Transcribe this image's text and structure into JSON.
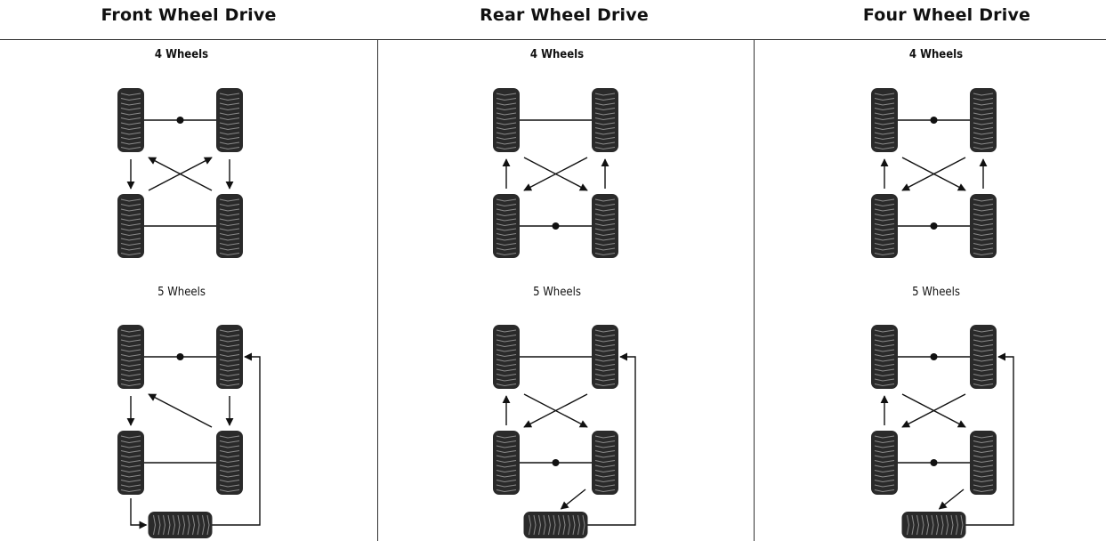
{
  "columns": [
    {
      "title": "Front Wheel Drive",
      "four_label": "4 Wheels",
      "five_label": "5 Wheels"
    },
    {
      "title": "Rear Wheel Drive",
      "four_label": "4 Wheels",
      "five_label": "5 Wheels"
    },
    {
      "title": "Four Wheel Drive",
      "four_label": "4 Wheels",
      "five_label": "5 Wheels"
    }
  ],
  "colors": {
    "tire": "#2a2a2a",
    "tread": "#8a8a8a",
    "line": "#111111"
  }
}
